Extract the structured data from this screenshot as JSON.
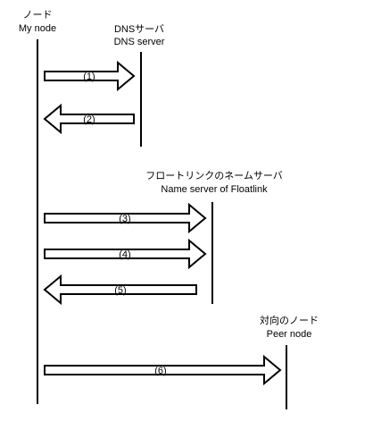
{
  "nodes": {
    "my_node": {
      "label_ja": "ノード",
      "label_en": "My node"
    },
    "dns_server": {
      "label_ja": "DNSサーバ",
      "label_en": "DNS server"
    },
    "floatlink_ns": {
      "label_ja": "フロートリンクのネームサーバ",
      "label_en": "Name server of Floatlink"
    },
    "peer_node": {
      "label_ja": "対向のノード",
      "label_en": "Peer node"
    }
  },
  "messages": [
    {
      "label": "(1)",
      "from": "my_node",
      "to": "dns_server"
    },
    {
      "label": "(2)",
      "from": "dns_server",
      "to": "my_node"
    },
    {
      "label": "(3)",
      "from": "my_node",
      "to": "floatlink_ns"
    },
    {
      "label": "(4)",
      "from": "my_node",
      "to": "floatlink_ns"
    },
    {
      "label": "(5)",
      "from": "floatlink_ns",
      "to": "my_node"
    },
    {
      "label": "(6)",
      "from": "my_node",
      "to": "peer_node"
    }
  ]
}
